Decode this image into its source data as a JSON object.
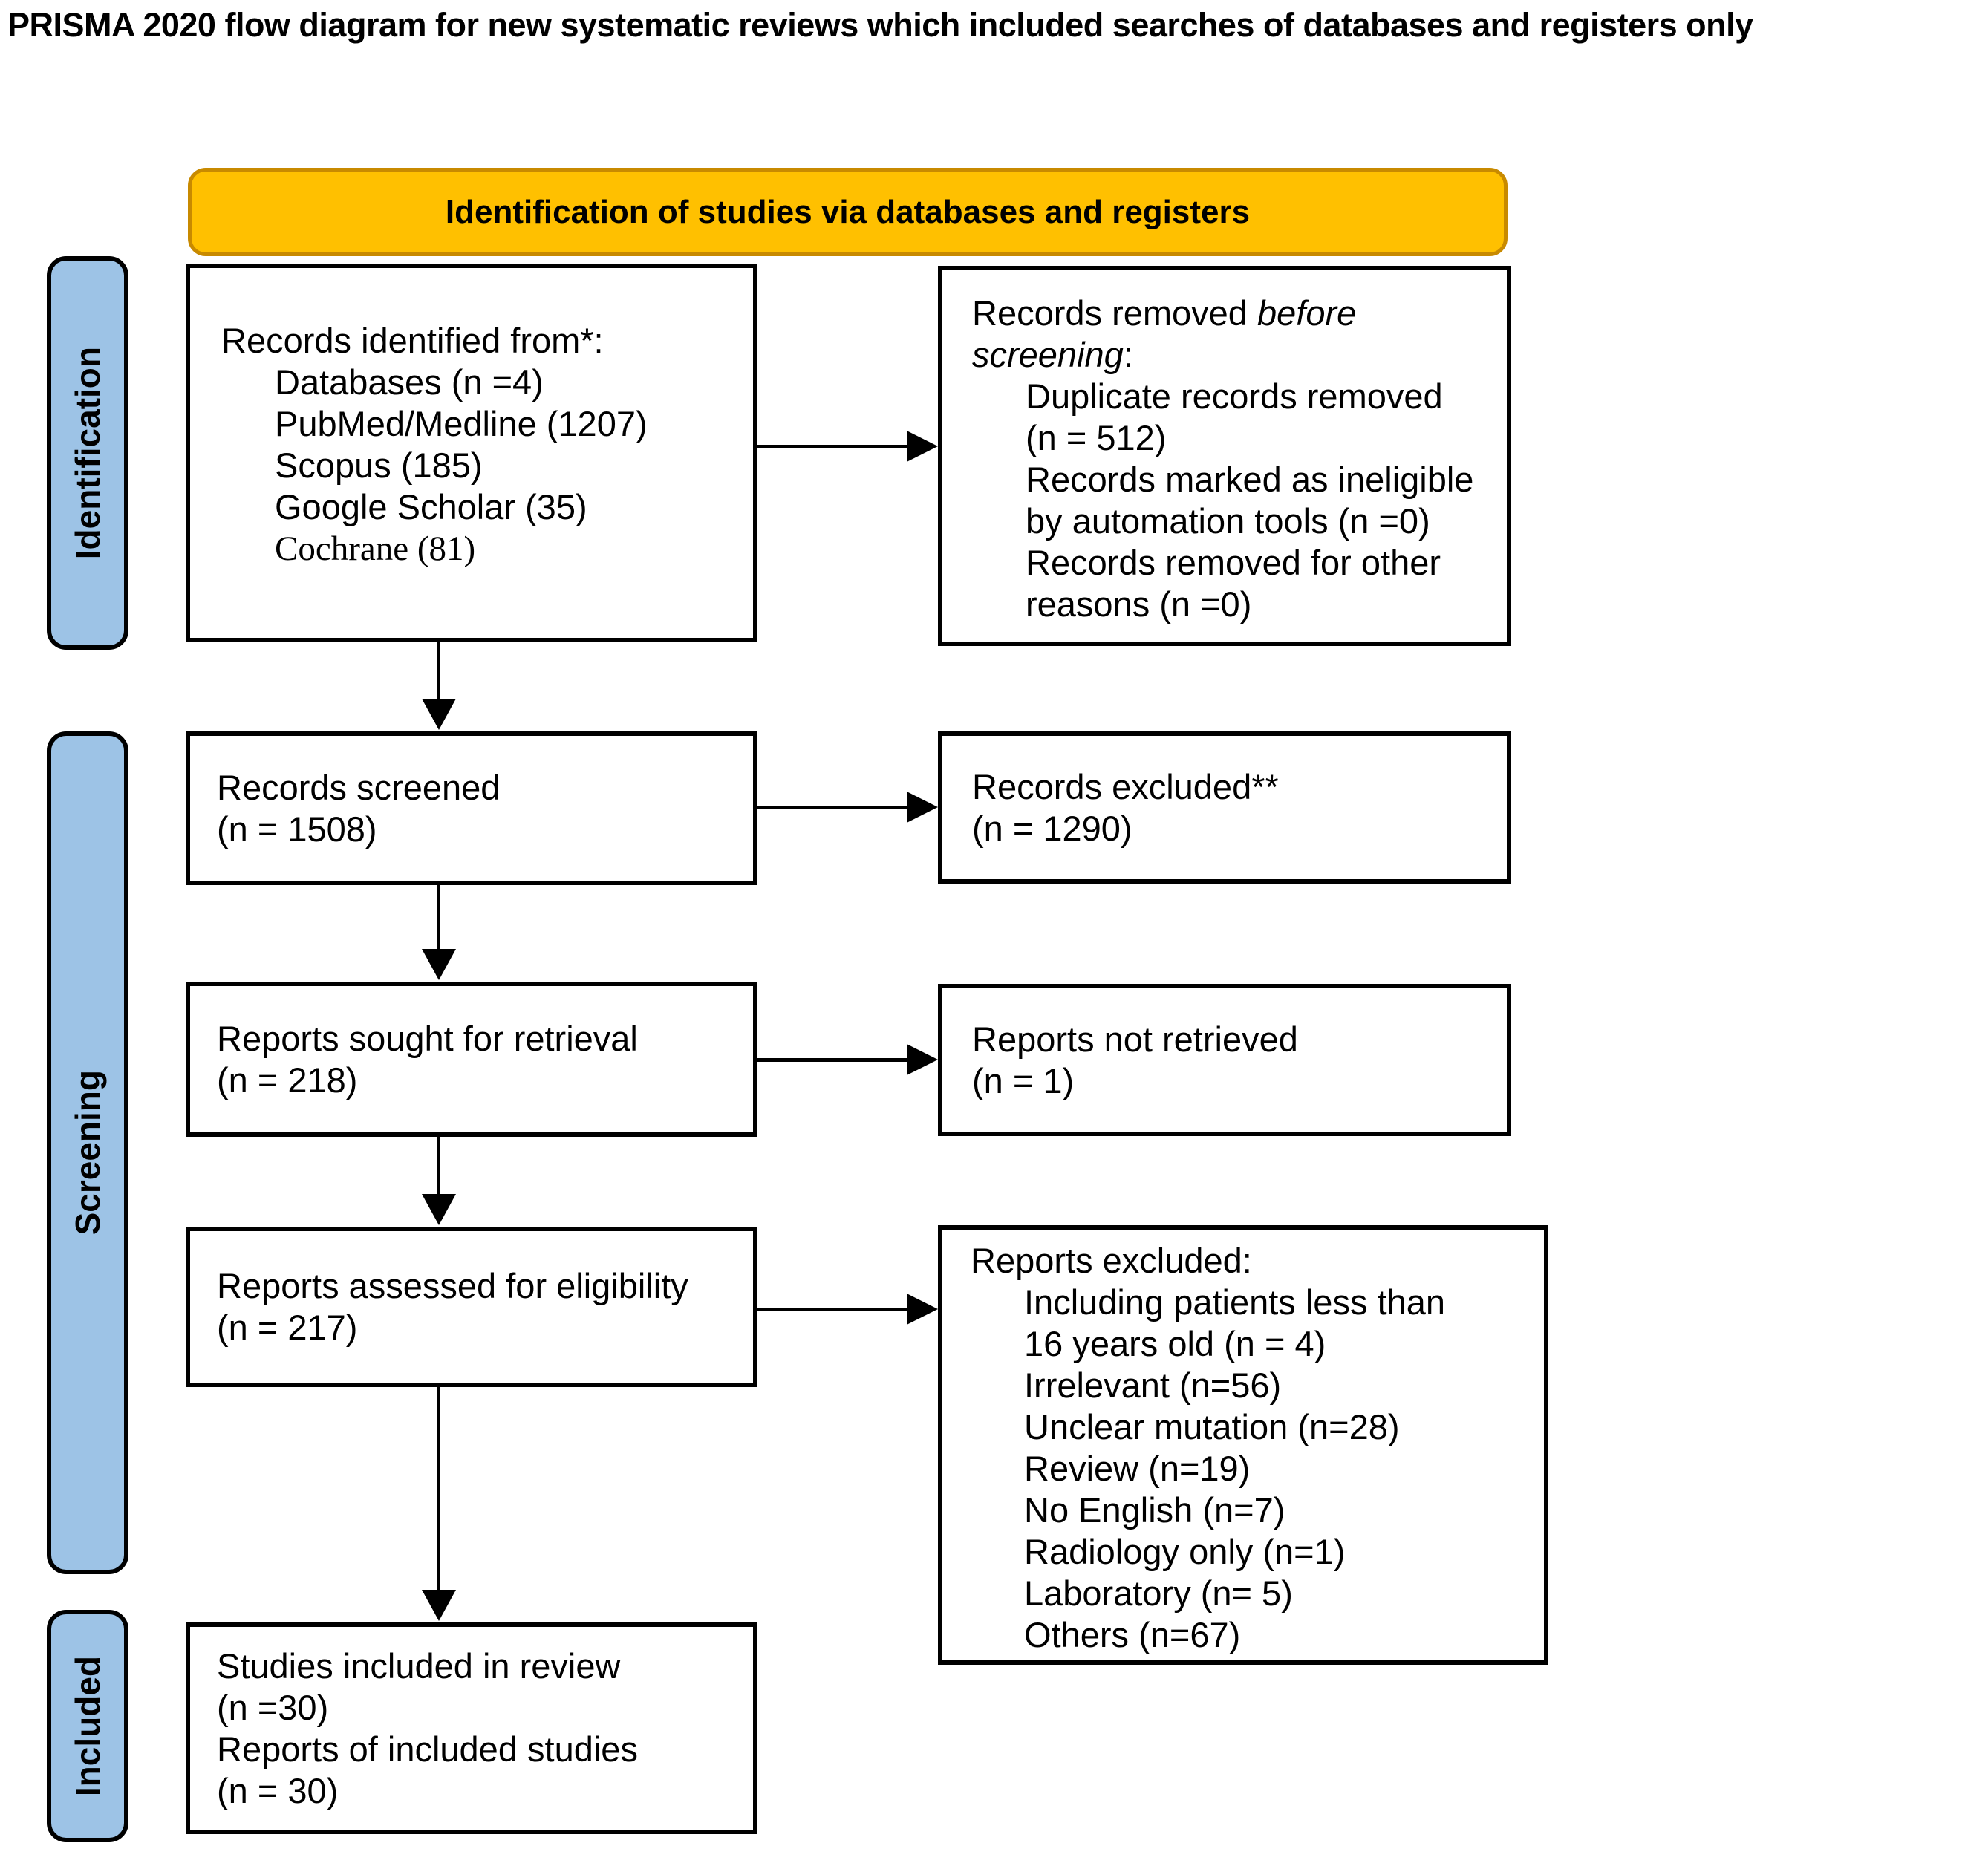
{
  "title": "PRISMA 2020 flow diagram for new systematic reviews which included searches of databases and registers only",
  "banner": {
    "label": "Identification of studies via databases and registers"
  },
  "colors": {
    "banner_fill": "#FFC000",
    "banner_border": "#C88A00",
    "stage_fill": "#9DC3E6",
    "box_border": "#000000",
    "text": "#000000"
  },
  "stages": {
    "identification": "Identification",
    "screening": "Screening",
    "included": "Included"
  },
  "boxes": {
    "records_identified": {
      "title": "Records identified from*:",
      "items": [
        "Databases (n =4)",
        "PubMed/Medline (1207)",
        "Scopus (185)",
        "Google Scholar (35)",
        "Cochrane (81)"
      ]
    },
    "records_removed": {
      "title_prefix": "Records removed ",
      "title_italic": "before screening",
      "title_suffix": ":",
      "items": [
        "Duplicate records removed (n = 512)",
        "Records marked as ineligible by automation tools (n =0)",
        "Records removed for other reasons (n =0)"
      ]
    },
    "records_screened": {
      "line1": "Records screened",
      "line2": "(n = 1508)"
    },
    "records_excluded": {
      "line1": "Records excluded**",
      "line2": "(n = 1290)"
    },
    "reports_sought": {
      "line1": "Reports sought for retrieval",
      "line2": "(n = 218)"
    },
    "reports_not_retrieved": {
      "line1": "Reports not retrieved",
      "line2": "(n = 1)"
    },
    "reports_assessed": {
      "line1": "Reports assessed for eligibility",
      "line2": "(n = 217)"
    },
    "reports_excluded": {
      "title": "Reports excluded:",
      "items": [
        "Including patients less than 16 years old (n = 4)",
        "Irrelevant (n=56)",
        "Unclear mutation (n=28)",
        "Review (n=19)",
        "No English (n=7)",
        "Radiology only (n=1)",
        "Laboratory (n= 5)",
        "Others (n=67)"
      ]
    },
    "studies_included": {
      "line1": "Studies included in review",
      "line2": "(n =30)",
      "line3": "Reports of included studies",
      "line4": "(n = 30)"
    }
  }
}
